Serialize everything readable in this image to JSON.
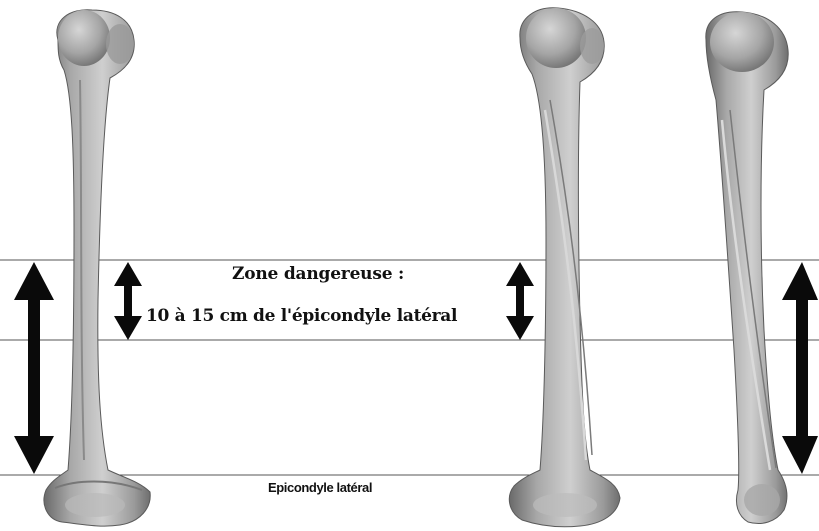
{
  "diagram": {
    "zone_title": "Zone dangereuse :",
    "zone_range": "10 à 15 cm de l'épicondyle latéral",
    "epicondyle_label": "Epicondyle latéral"
  },
  "colors": {
    "bone_light": "#c9c9c9",
    "bone_mid": "#a3a3a3",
    "bone_dark": "#6a6a6a",
    "arrow": "#0a0a0a",
    "guide_line": "#555555"
  }
}
